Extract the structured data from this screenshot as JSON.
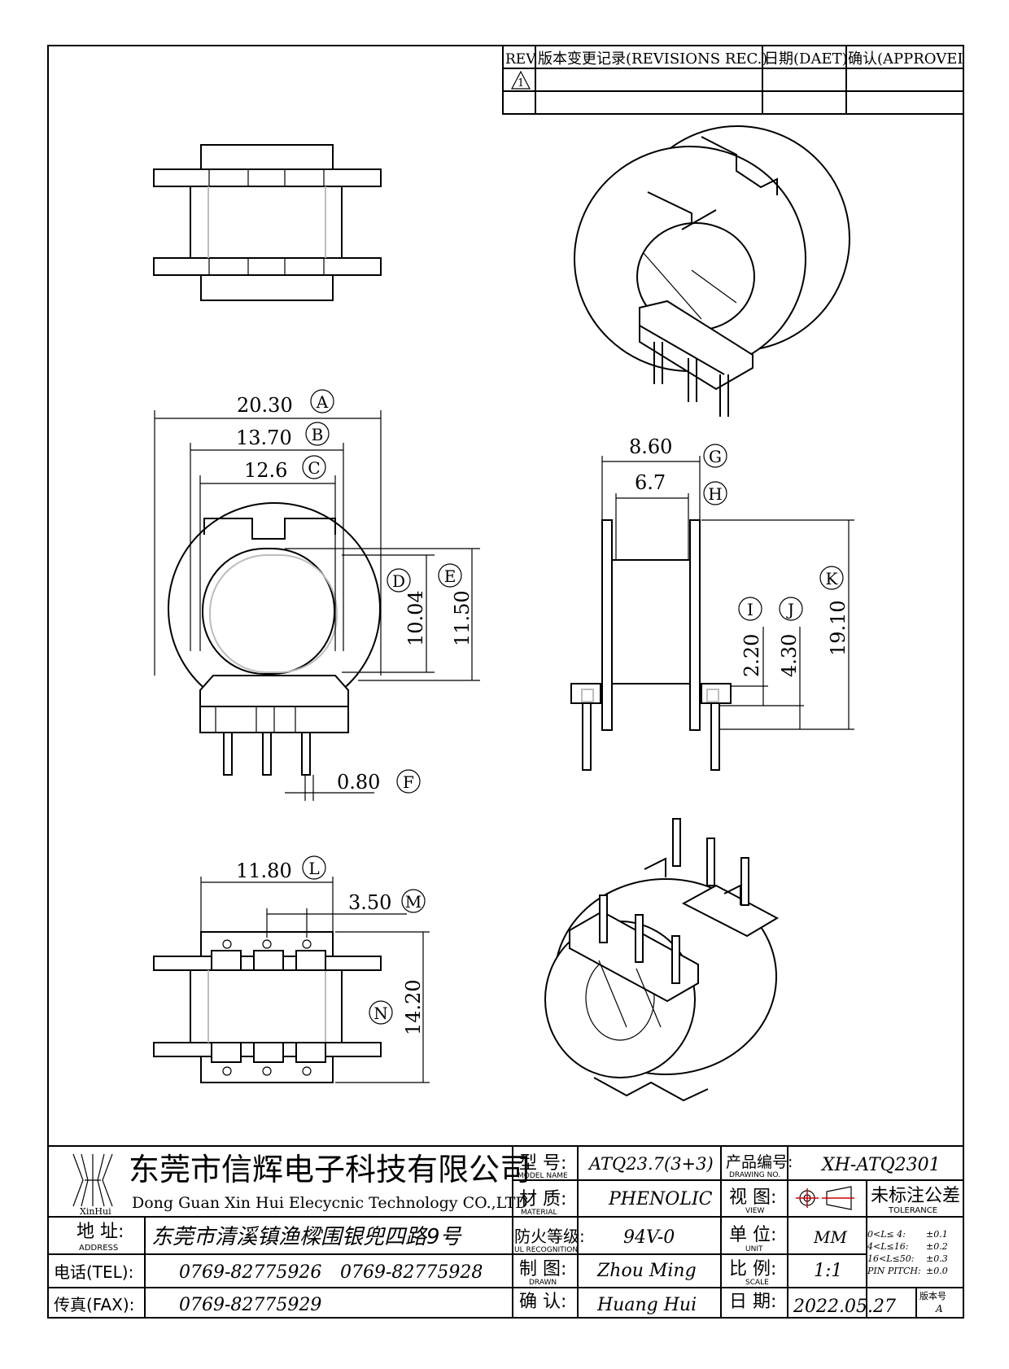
{
  "revision_table": {
    "rev_header": "REV.",
    "record_header": "版本变更记录(REVISIONS REC.)",
    "date_header": "日期(DAET)",
    "approve_header": "确认(APPROVEI",
    "rev_mark": "1"
  },
  "dimensions": {
    "A": {
      "value": "20.30",
      "letter": "A"
    },
    "B": {
      "value": "13.70",
      "letter": "B"
    },
    "C": {
      "value": "12.6",
      "letter": "C"
    },
    "D": {
      "value": "10.04",
      "letter": "D"
    },
    "E": {
      "value": "11.50",
      "letter": "E"
    },
    "F": {
      "value": "0.80",
      "letter": "F"
    },
    "G": {
      "value": "8.60",
      "letter": "G"
    },
    "H": {
      "value": "6.7",
      "letter": "H"
    },
    "I": {
      "value": "2.20",
      "letter": "I"
    },
    "J": {
      "value": "4.30",
      "letter": "J"
    },
    "K": {
      "value": "19.10",
      "letter": "K"
    },
    "L": {
      "value": "11.80",
      "letter": "L"
    },
    "M": {
      "value": "3.50",
      "letter": "M"
    },
    "N": {
      "value": "14.20",
      "letter": "N"
    }
  },
  "title_block": {
    "logo_text": "XinHui",
    "company_cn": "东莞市信辉电子科技有限公司",
    "company_en": "Dong Guan Xin Hui Elecycnic Technology CO.,LTD",
    "address_label": "地  址:",
    "address_label_en": "ADDRESS",
    "address": "东莞市清溪镇渔樑围银兜四路9号",
    "tel_label": "电话(TEL):",
    "tel1": "0769-82775926",
    "tel2": "0769-82775928",
    "fax_label": "传真(FAX):",
    "fax": "0769-82775929",
    "model_label": "型  号:",
    "model_label_en": "MODEL NAME",
    "model": "ATQ23.7(3+3)",
    "material_label": "材  质:",
    "material_label_en": "MATERIAL",
    "material": "PHENOLIC",
    "fire_label": "防火等级:",
    "fire_label_en": "UL RECOGNITION",
    "fire": "94V-0",
    "drawn_label": "制  图:",
    "drawn_label_en": "DRAWN",
    "drawn": "Zhou Ming",
    "confirm_label": "确  认:",
    "confirm": "Huang Hui",
    "code_label": "产品编号:",
    "code_label_en": "DRAWING NO.",
    "code": "XH-ATQ2301",
    "view_label": "视  图:",
    "view_label_en": "VIEW",
    "unit_label": "单  位:",
    "unit_label_en": "UNIT",
    "unit": "MM",
    "scale_label": "比  例:",
    "scale_label_en": "SCALE",
    "scale": "1:1",
    "date_label": "日  期:",
    "date": "2022.05.27",
    "tolerance_title": "未标注公差",
    "tolerance_en": "TOLERANCE",
    "tol": [
      {
        "range": "0<L≤ 4:",
        "value": "±0.1"
      },
      {
        "range": "4<L≤16:",
        "value": "±0.2"
      },
      {
        "range": "16<L≤50:",
        "value": "±0.3"
      },
      {
        "range": "PIN PITCH:",
        "value": "±0.0"
      }
    ],
    "version_label": "版本号",
    "version": "A"
  }
}
